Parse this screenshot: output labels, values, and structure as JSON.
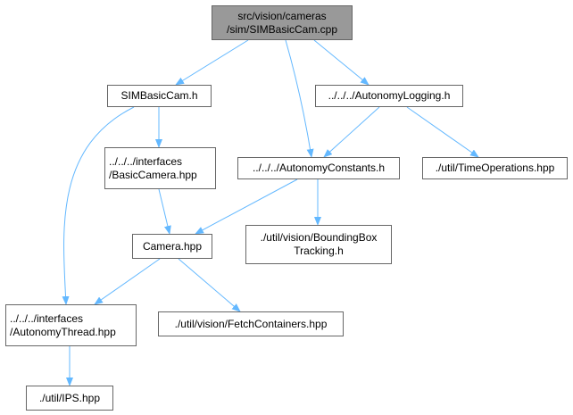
{
  "colors": {
    "edge": "#63b8ff",
    "root_fill": "#999999",
    "node_border": "#666666"
  },
  "nodes": {
    "root": {
      "line1": "src/vision/cameras",
      "line2": "/sim/SIMBasicCam.cpp"
    },
    "simbasiccam_h": {
      "line1": "SIMBasicCam.h"
    },
    "autonomy_logging": {
      "line1": "../../../AutonomyLogging.h"
    },
    "basic_camera": {
      "line1": "../../../interfaces",
      "line2": "/BasicCamera.hpp"
    },
    "autonomy_constants": {
      "line1": "../../../AutonomyConstants.h"
    },
    "time_operations": {
      "line1": "./util/TimeOperations.hpp"
    },
    "camera_hpp": {
      "line1": "Camera.hpp"
    },
    "bounding_box": {
      "line1": "./util/vision/BoundingBox",
      "line2": "Tracking.h"
    },
    "autonomy_thread": {
      "line1": "../../../interfaces",
      "line2": "/AutonomyThread.hpp"
    },
    "fetch_containers": {
      "line1": "./util/vision/FetchContainers.hpp"
    },
    "ips_hpp": {
      "line1": "./util/IPS.hpp"
    }
  }
}
